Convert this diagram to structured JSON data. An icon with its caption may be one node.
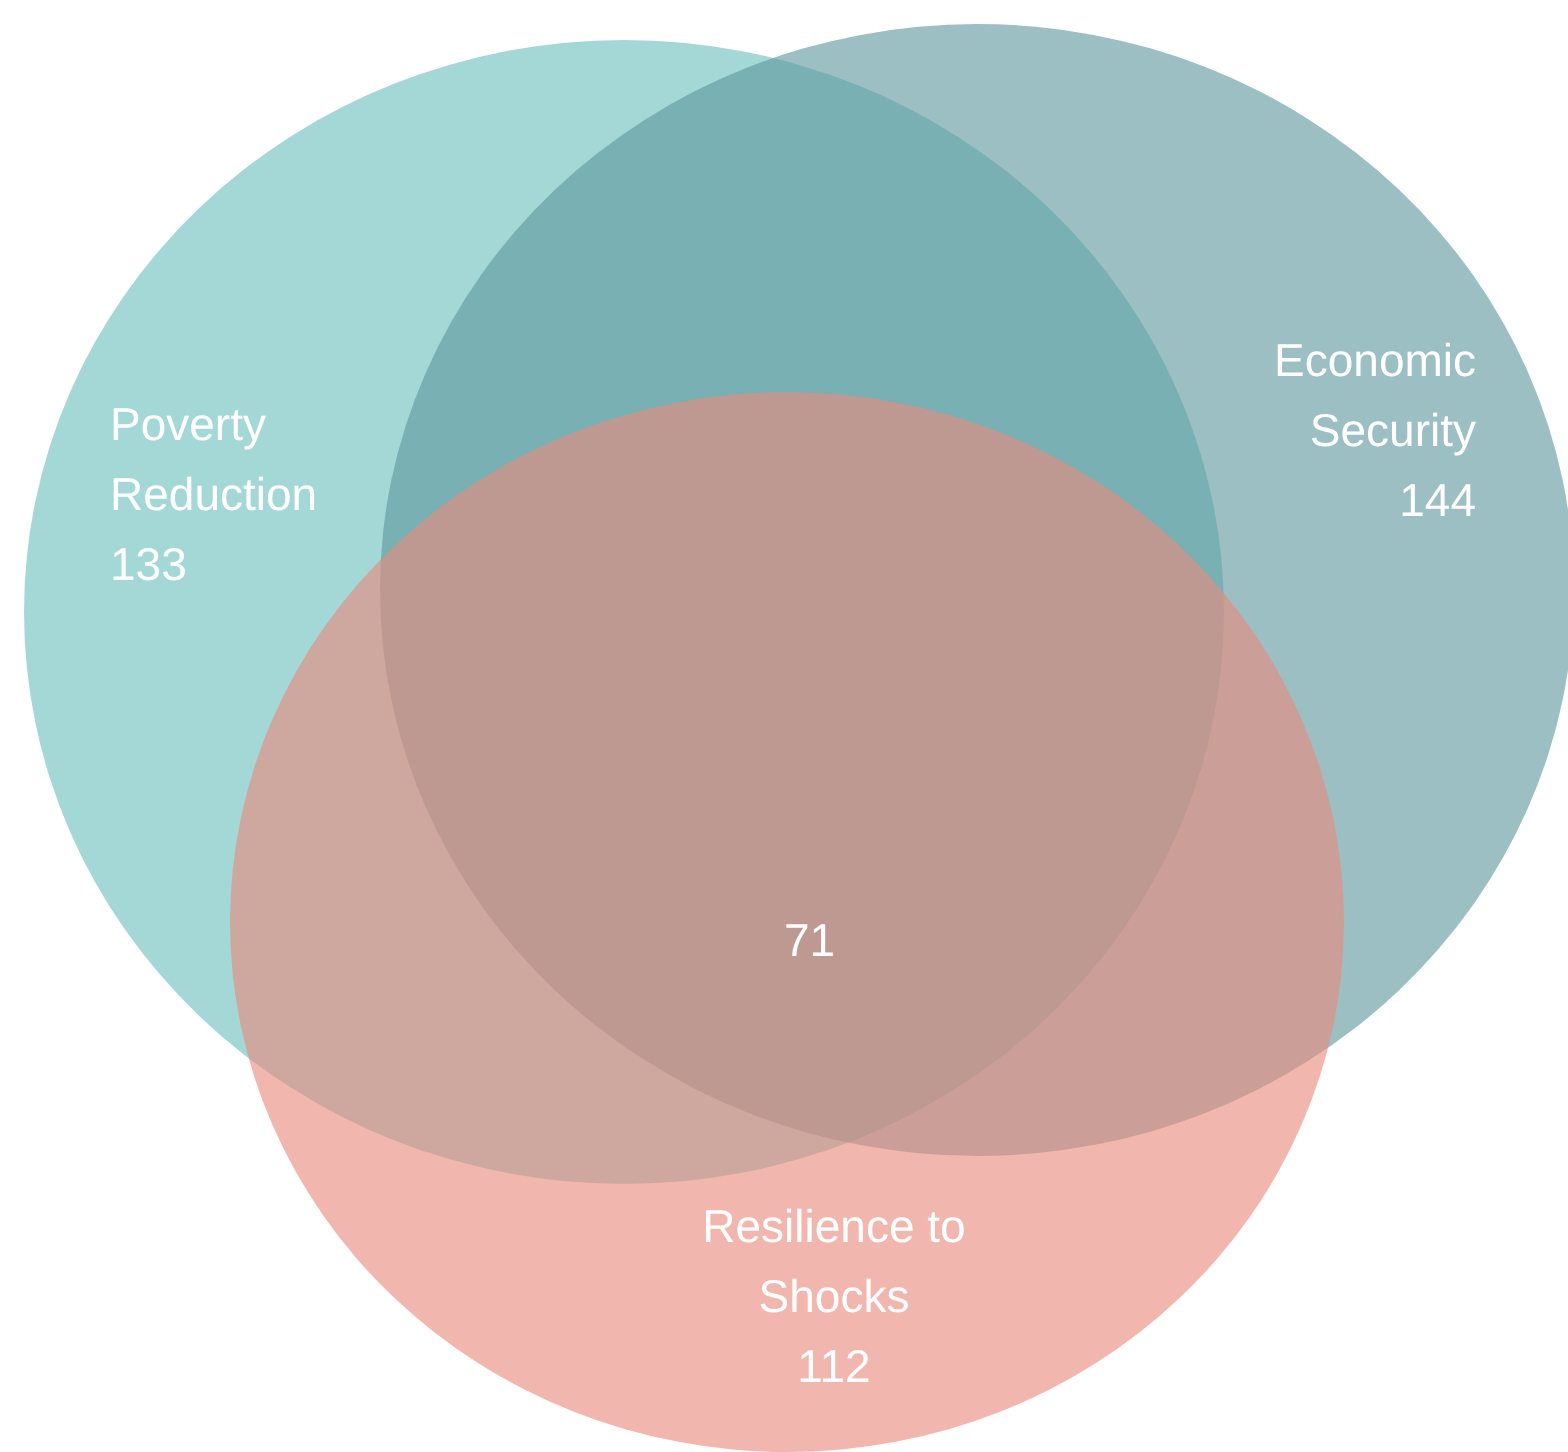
{
  "diagram": {
    "nodes": [
      {
        "text": [
          "Poverty Reduction",
          "133"
        ]
      },
      {
        "text": [
          "Economic Security",
          "144"
        ]
      },
      {
        "text": [
          "Resilience to Shocks",
          "112"
        ]
      }
    ],
    "labels": [
      "71"
    ]
  }
}
